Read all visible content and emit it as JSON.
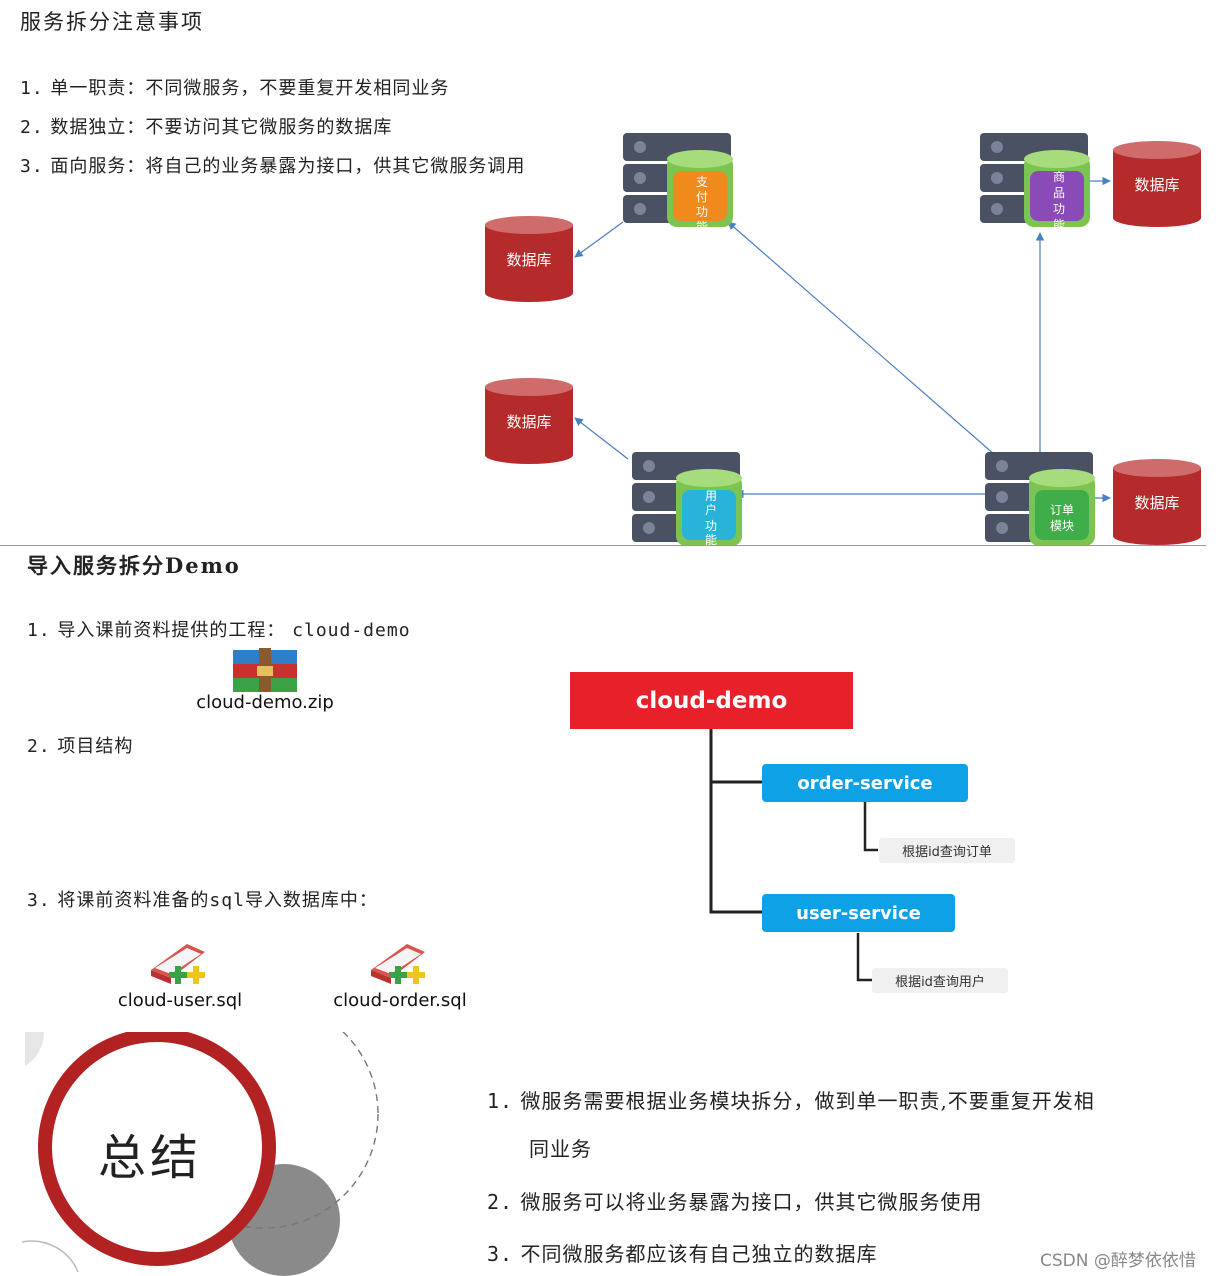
{
  "section1": {
    "title": "服务拆分注意事项",
    "items": [
      {
        "num": "1.",
        "text": "单一职责：不同微服务，不要重复开发相同业务"
      },
      {
        "num": "2.",
        "text": "数据独立：不要访问其它微服务的数据库"
      },
      {
        "num": "3.",
        "text": "面向服务：将自己的业务暴露为接口，供其它微服务调用"
      }
    ],
    "diagram": {
      "database_label": "数据库",
      "services": {
        "payment": [
          "支",
          "付",
          "功",
          "能"
        ],
        "product": [
          "商",
          "品",
          "功",
          "能"
        ],
        "user": [
          "用",
          "户",
          "功",
          "能"
        ],
        "order": [
          "订单",
          "模块"
        ]
      },
      "colors": {
        "db": "#b52a2a",
        "db_top": "#d06b6b",
        "server": "#4a5163",
        "payment": "#f08a1c",
        "product": "#8a4ab8",
        "user": "#2ab3d9",
        "order": "#3fae4a",
        "arrow": "#4a7fc1"
      }
    }
  },
  "section2": {
    "title": "导入服务拆分Demo",
    "items": [
      {
        "num": "1.",
        "text": "导入课前资料提供的工程：",
        "code": "cloud-demo"
      },
      {
        "num": "2.",
        "text": "项目结构"
      },
      {
        "num": "3.",
        "text": "将课前资料准备的",
        "code": "sql",
        "text2": "导入数据库中："
      }
    ],
    "zip_file": {
      "label": "cloud-demo.zip",
      "icon": "winrar-archive-icon"
    },
    "sql_files": [
      {
        "label": "cloud-user.sql",
        "icon": "sql-file-icon"
      },
      {
        "label": "cloud-order.sql",
        "icon": "sql-file-icon"
      }
    ],
    "tree": {
      "root": "cloud-demo",
      "services": [
        {
          "name": "order-service",
          "note": "根据id查询订单"
        },
        {
          "name": "user-service",
          "note": "根据id查询用户"
        }
      ],
      "colors": {
        "root": "#e8202a",
        "service": "#0ea1e6"
      }
    }
  },
  "summary": {
    "title": "总结",
    "items": [
      {
        "num": "1.",
        "text": "微服务需要根据业务模块拆分，做到单一职责,不要重复开发相",
        "cont": "同业务"
      },
      {
        "num": "2.",
        "text": "微服务可以将业务暴露为接口，供其它微服务使用"
      },
      {
        "num": "3.",
        "text": "不同微服务都应该有自己独立的数据库"
      }
    ]
  },
  "watermark": "CSDN @醉梦依依惜"
}
